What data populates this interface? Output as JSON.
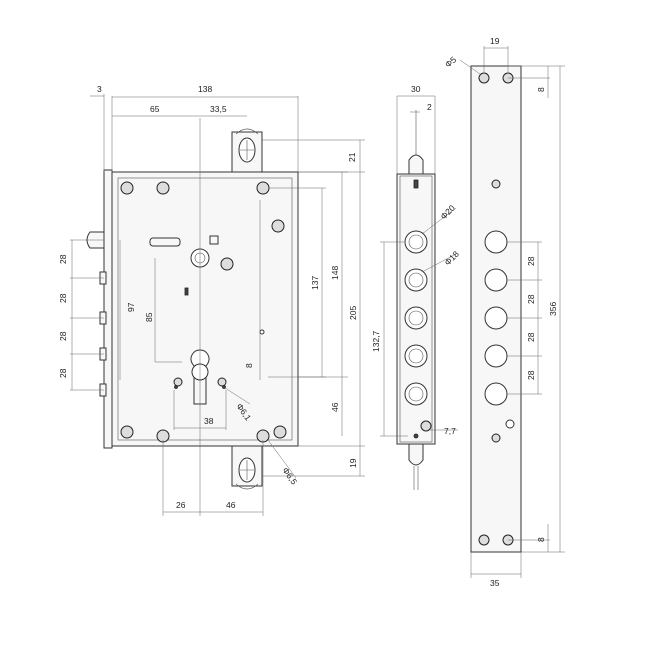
{
  "dimensions": {
    "d3": "3",
    "d138": "138",
    "d65": "65",
    "d33_5": "33,5",
    "d21": "21",
    "d137": "137",
    "d148": "148",
    "d205": "205",
    "d46_right": "46",
    "d19_bottom": "19",
    "d97": "97",
    "d85": "85",
    "d8_cyl": "8",
    "d38": "38",
    "d26": "26",
    "d46_bottom": "46",
    "phi61": "Φ6,1",
    "phi65": "Φ6,5",
    "rows28": [
      "28",
      "28",
      "28",
      "28"
    ],
    "side_30": "30",
    "side_2": "2",
    "side_phi20": "Φ20",
    "side_phi18": "Φ18",
    "side_132_7": "132,7",
    "side_7_7": "7,7",
    "plate_19": "19",
    "plate_phi5": "Φ5",
    "plate_8_top": "8",
    "plate_356": "356",
    "plate_28s": [
      "28",
      "28",
      "28",
      "28"
    ],
    "plate_8_bottom": "8",
    "plate_35": "35"
  }
}
